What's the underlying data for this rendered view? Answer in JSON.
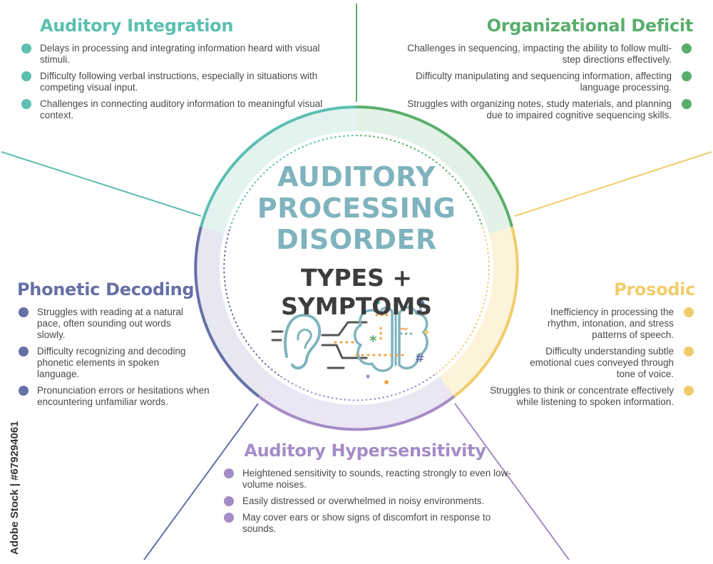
{
  "colors": {
    "teal": "#5cbfb0",
    "green": "#5aae6d",
    "yellow": "#f1cc6a",
    "lavender": "#a48cc6",
    "navy": "#6670a6",
    "title_blue": "#7fb3bd"
  },
  "center": {
    "title": "AUDITORY PROCESSING DISORDER",
    "subtitle": "TYPES + SYMPTOMS",
    "icon": "ear-to-brain-icon"
  },
  "sections": {
    "integration": {
      "title": "Auditory Integration",
      "items": [
        "Delays in processing and integrating information heard with visual stimuli.",
        "Difficulty following verbal instructions, especially in situations with competing visual input.",
        "Challenges in connecting auditory information to meaningful visual context."
      ]
    },
    "organizational": {
      "title": "Organizational Deficit",
      "items": [
        "Challenges in sequencing, impacting the ability to follow multi-step directions effectively.",
        "Difficulty manipulating and sequencing information, affecting language processing.",
        "Struggles with organizing notes, study materials, and planning due to impaired cognitive sequencing skills."
      ]
    },
    "phonetic": {
      "title": "Phonetic Decoding",
      "items": [
        "Struggles with reading at a natural pace, often sounding out words slowly.",
        "Difficulty recognizing and decoding phonetic elements in spoken language.",
        "Pronunciation errors or hesitations when encountering unfamiliar words."
      ]
    },
    "prosodic": {
      "title": "Prosodic",
      "items": [
        "Inefficiency in processing the rhythm, intonation, and stress patterns of speech.",
        "Difficulty understanding subtle emotional cues conveyed through tone of voice.",
        "Struggles to think or concentrate effectively while listening to spoken information."
      ]
    },
    "hyper": {
      "title": "Auditory Hypersensitivity",
      "items": [
        "Heightened sensitivity to sounds, reacting strongly to even low-volume noises.",
        "Easily distressed or overwhelmed in noisy environments.",
        "May cover ears or show signs of discomfort in response to sounds."
      ]
    }
  },
  "watermark": "Adobe Stock | #679294061"
}
